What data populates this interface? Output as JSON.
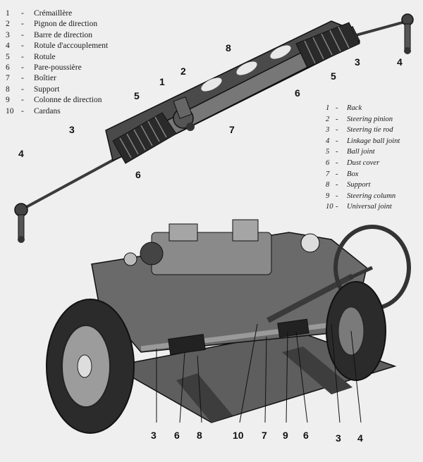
{
  "legend_fr": [
    {
      "num": "1",
      "label": "Crémaillère"
    },
    {
      "num": "2",
      "label": "Pignon de direction"
    },
    {
      "num": "3",
      "label": "Barre de direction"
    },
    {
      "num": "4",
      "label": "Rotule d'accouplement"
    },
    {
      "num": "5",
      "label": "Rotule"
    },
    {
      "num": "6",
      "label": "Pare-poussière"
    },
    {
      "num": "7",
      "label": "Boîtier"
    },
    {
      "num": "8",
      "label": "Support"
    },
    {
      "num": "9",
      "label": "Colonne de direction"
    },
    {
      "num": "10",
      "label": "Cardans"
    }
  ],
  "legend_en": [
    {
      "num": "1",
      "label": "Rack"
    },
    {
      "num": "2",
      "label": "Steering pinion"
    },
    {
      "num": "3",
      "label": "Steering tie rod"
    },
    {
      "num": "4",
      "label": "Linkage ball joint"
    },
    {
      "num": "5",
      "label": "Ball joint"
    },
    {
      "num": "6",
      "label": "Dust cover"
    },
    {
      "num": "7",
      "label": "Box"
    },
    {
      "num": "8",
      "label": "Support"
    },
    {
      "num": "9",
      "label": "Steering column"
    },
    {
      "num": "10",
      "label": "Universal joint"
    }
  ],
  "legend_dash": "-",
  "callouts_top": [
    "8",
    "2",
    "1",
    "5",
    "3",
    "4",
    "5",
    "6",
    "7",
    "3",
    "4",
    "6"
  ],
  "callouts_bottom": [
    "3",
    "6",
    "8",
    "10",
    "7",
    "9",
    "6",
    "3",
    "4"
  ],
  "colors": {
    "paper": "#efefef",
    "ink": "#1a1a1a",
    "metal_dark": "#3a3a3a",
    "metal_mid": "#7a7a7a",
    "tyre": "#2b2b2b"
  }
}
